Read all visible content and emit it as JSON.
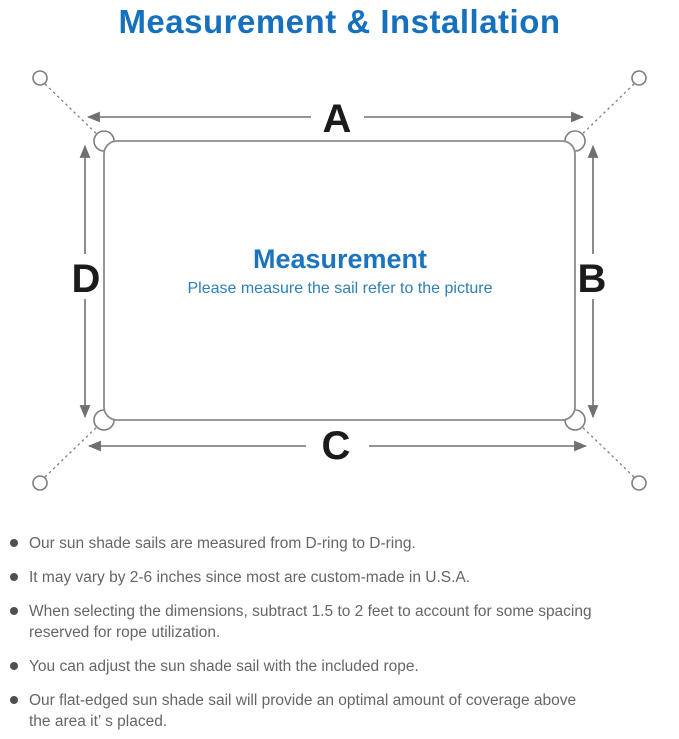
{
  "header": {
    "title": "Measurement & Installation"
  },
  "diagram": {
    "center_title": "Measurement",
    "center_subtitle": "Please measure the sail refer to the picture",
    "edge_labels": {
      "top": "A",
      "right": "B",
      "bottom": "C",
      "left": "D"
    }
  },
  "notes": {
    "items": [
      {
        "text": "Our sun shade sails are measured from D-ring to D-ring."
      },
      {
        "text": "It may vary by 2-6 inches since most are custom-made in U.S.A."
      },
      {
        "text": "When selecting the dimensions, subtract 1.5 to 2 feet to account for some spacing\nreserved for rope utilization."
      },
      {
        "text": "You can adjust the sun shade sail with the included rope."
      },
      {
        "text": "Our flat-edged sun shade sail will provide an optimal amount of coverage above\nthe area it’ s placed."
      }
    ]
  },
  "colors": {
    "title_blue": "#1571bd",
    "center_title_blue": "#1b74c0",
    "center_subtitle_blue": "#2f7fb8",
    "diagram_line_gray": "#7e7e7e",
    "arrow_gray": "#707070",
    "dim_label_black": "#1b1b1b",
    "note_text_gray": "#666666"
  }
}
